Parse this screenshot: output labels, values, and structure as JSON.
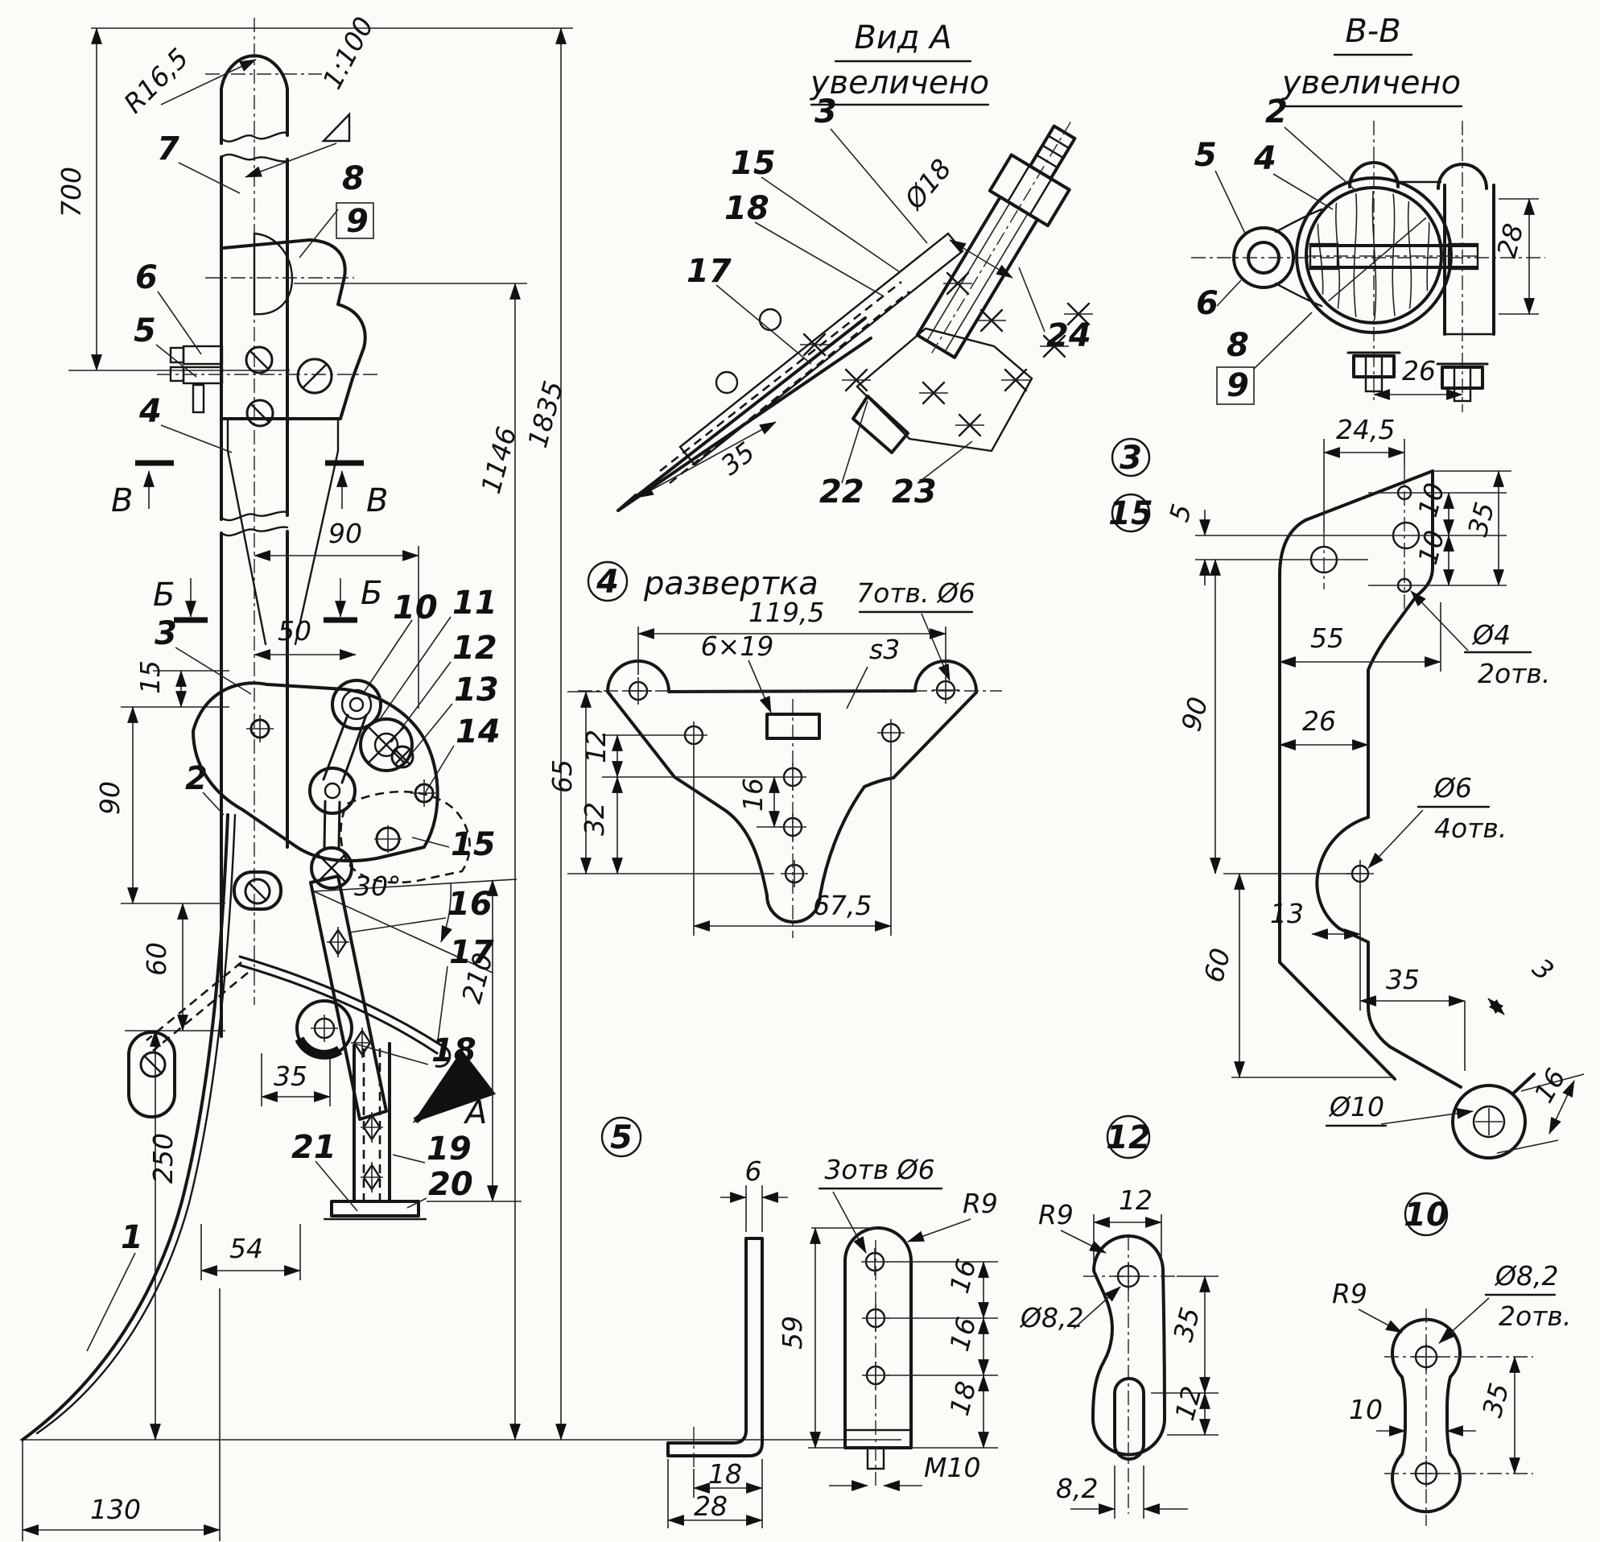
{
  "drawing": {
    "main": {
      "dims": {
        "d700": "700",
        "r16": "R16,5",
        "slope": "1:100",
        "w90": "90",
        "w50": "50",
        "v15": "15",
        "v90": "90",
        "v60": "60",
        "v250": "250",
        "w35": "35",
        "w54": "54",
        "w130": "130",
        "v1146": "1146",
        "v1835": "1835",
        "v210": "210",
        "a30": "30°"
      },
      "sections": {
        "b1": "В",
        "b2": "В",
        "g1": "Б",
        "g2": "Б",
        "a": "A"
      },
      "callouts": {
        "c1": "1",
        "c2": "2",
        "c3": "3",
        "c4": "4",
        "c5": "5",
        "c6": "6",
        "c7": "7",
        "c8": "8",
        "c9": "9",
        "c10": "10",
        "c11": "11",
        "c12": "12",
        "c13": "13",
        "c14": "14",
        "c15": "15",
        "c16": "16",
        "c17": "17",
        "c18": "18",
        "c19": "19",
        "c20": "20",
        "c21": "21"
      }
    },
    "vida": {
      "title1": "Вид A",
      "title2": "увеличено",
      "callouts": {
        "c3": "3",
        "c15": "15",
        "c18": "18",
        "c17": "17",
        "c22": "22",
        "c23": "23",
        "c24": "24"
      },
      "dims": {
        "d18": "Ø18",
        "w35": "35"
      }
    },
    "bb": {
      "title1": "В-В",
      "title2": "увеличено",
      "callouts": {
        "c2": "2",
        "c5": "5",
        "c4": "4",
        "c6": "6",
        "c8": "8",
        "c9": "9"
      },
      "dims": {
        "h28": "28",
        "w26": "26"
      }
    },
    "p4": {
      "num": "4",
      "title": "развертка",
      "dims": {
        "w1195": "119,5",
        "slot": "6×19",
        "s3": "s3",
        "holes": "7отв. Ø6",
        "h65": "65",
        "h12": "12",
        "h32": "32",
        "h16": "16",
        "w675": "67,5"
      }
    },
    "p315": {
      "n3": "3",
      "n15": "15",
      "dims": {
        "w245": "24,5",
        "d5": "5",
        "t10a": "10",
        "t35": "35",
        "t10b": "10",
        "d4": "Ø4",
        "d4n": "2отв.",
        "w55": "55",
        "w26": "26",
        "v90": "90",
        "d6": "Ø6",
        "d6n": "4отв.",
        "w13": "13",
        "v60": "60",
        "w35": "35",
        "t3": "3",
        "d10": "Ø10",
        "w16": "16"
      }
    },
    "p5": {
      "num": "5",
      "dims": {
        "t6": "6",
        "holes": "3отв Ø6",
        "r9": "R9",
        "h59": "59",
        "s16a": "16",
        "s16b": "16",
        "s18": "18",
        "m10": "M10",
        "w18": "18",
        "w28": "28"
      }
    },
    "p12": {
      "num": "12",
      "dims": {
        "r9": "R9",
        "w12": "12",
        "d82": "Ø8,2",
        "h35": "35",
        "h12": "12",
        "w82": "8,2"
      }
    },
    "p10": {
      "num": "10",
      "dims": {
        "r9": "R9",
        "d82": "Ø8,2",
        "d82n": "2отв.",
        "w10": "10",
        "h35": "35"
      }
    }
  }
}
